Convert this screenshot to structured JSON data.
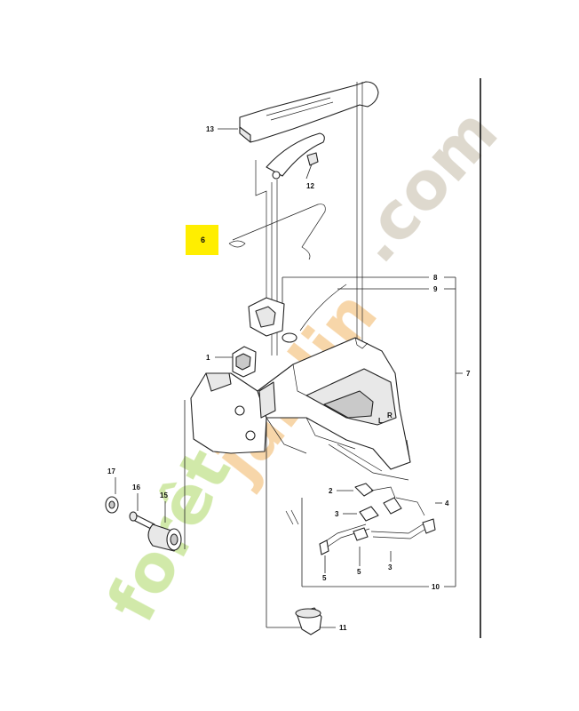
{
  "diagram": {
    "callouts": {
      "c1": "1",
      "c2": "2",
      "c3a": "3",
      "c3b": "3",
      "c4": "4",
      "c5a": "5",
      "c5b": "5",
      "c6": "6",
      "c7": "7",
      "c8": "8",
      "c9": "9",
      "c10": "10",
      "c11": "11",
      "c12": "12",
      "c13": "13",
      "c15": "15",
      "c16": "16",
      "c17": "17"
    },
    "highlight_color": "#ffee00"
  },
  "watermark": {
    "part1": "forêt",
    "part2": "jardin",
    "part3": ".com",
    "colors": {
      "green": "#c9e69a",
      "orange": "#f6cf9a",
      "gray": "#d8d2c6"
    }
  }
}
